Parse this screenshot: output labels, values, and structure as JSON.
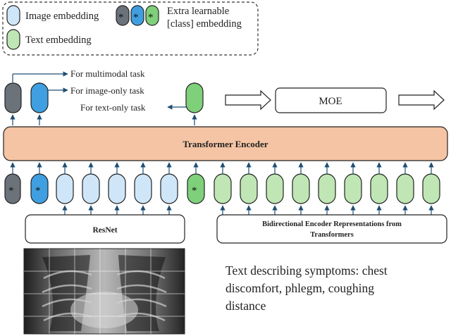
{
  "legend": {
    "image_embedding": "Image embedding",
    "text_embedding": "Text embedding",
    "extra_class": "Extra learnable [class] embedding",
    "extra_class_line1": "Extra learnable",
    "extra_class_line2": "[class] embedding",
    "star": "*"
  },
  "outputs": {
    "multimodal": "For multimodal task",
    "image_only": "For image-only task",
    "text_only": "For text-only task"
  },
  "moe_label": "MOE",
  "encoder_label": "Transformer Encoder",
  "resnet_label": "ResNet",
  "bert_label_line1": "Bidirectional Encoder Representations from",
  "bert_label_line2": "Transformers",
  "symptom_text": {
    "line1": "Text describing symptoms: chest",
    "line2": "discomfort, phlegm, coughing",
    "line3": "distance"
  },
  "colors": {
    "dark_token": "#6b7279",
    "blue_token": "#3f9fe0",
    "green_cls": "#7fd07a",
    "light_blue": "#cfe6f8",
    "light_green": "#bfe6b4",
    "encoder_fill": "#f4c4a4",
    "line": "#1f4e73"
  }
}
